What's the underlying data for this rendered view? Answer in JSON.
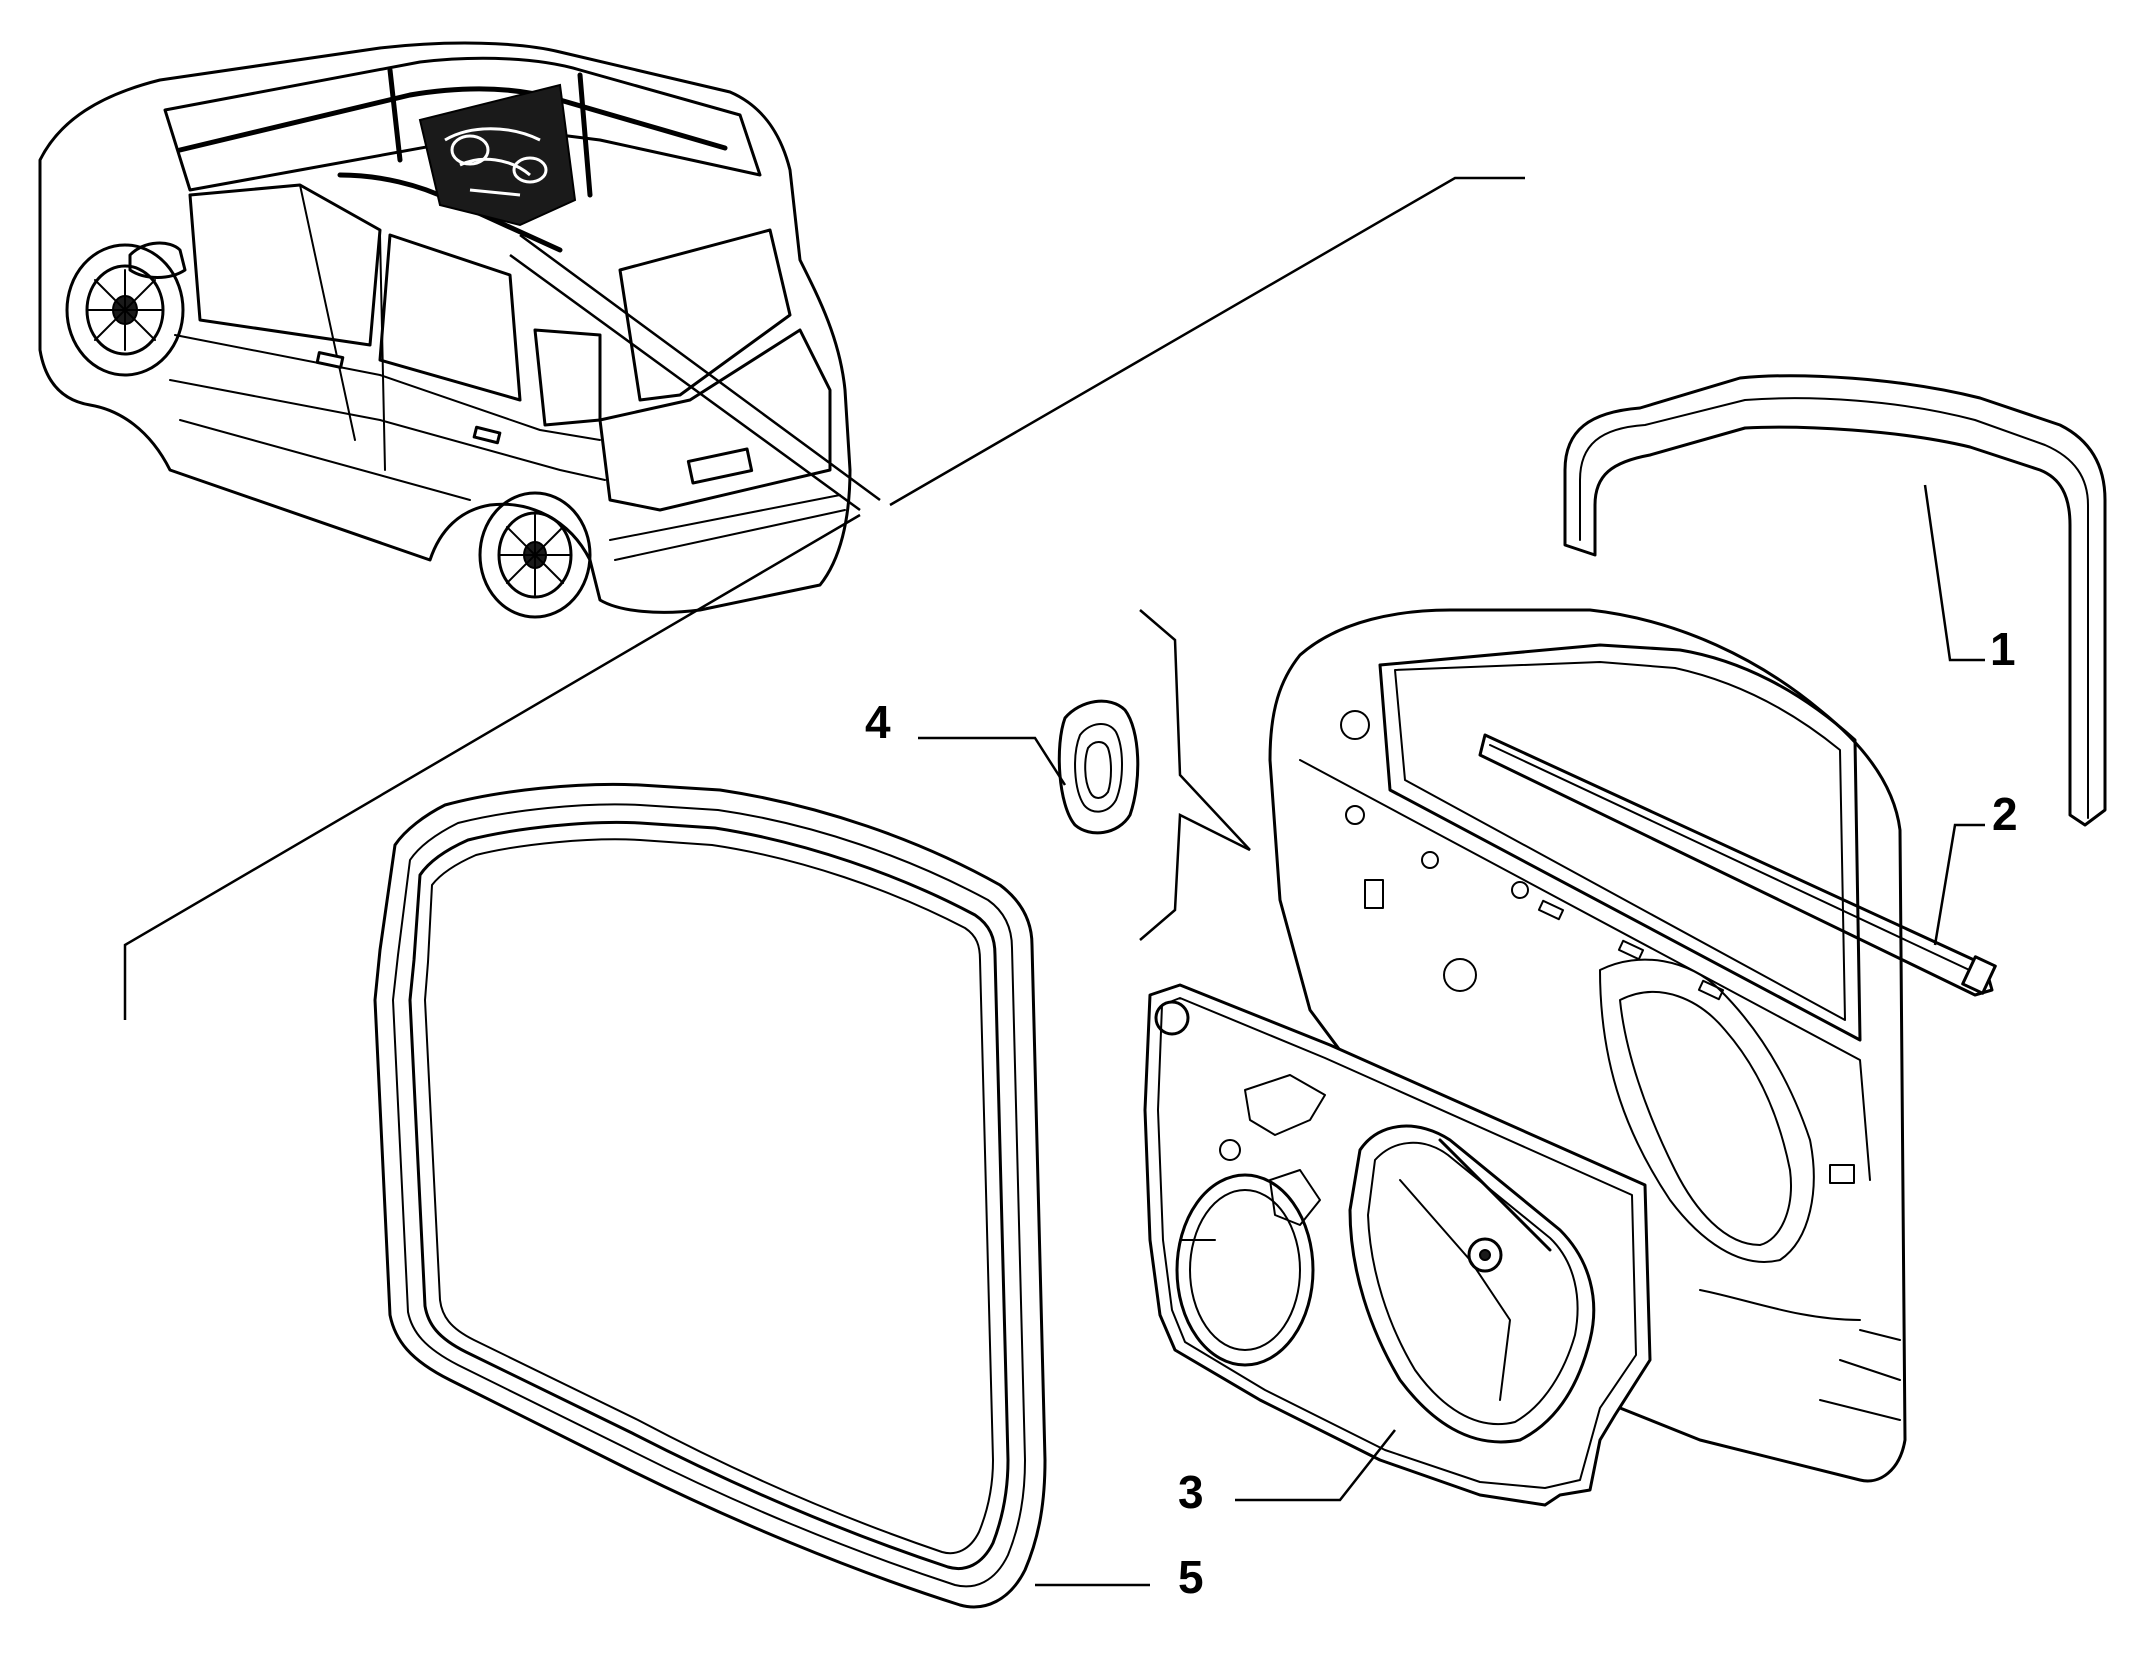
{
  "diagram": {
    "colors": {
      "line": "#000000",
      "background": "#ffffff"
    },
    "callouts": [
      {
        "id": "1",
        "label": "1",
        "part": "door-frame-seal"
      },
      {
        "id": "2",
        "label": "2",
        "part": "window-channel-strip"
      },
      {
        "id": "3",
        "label": "3",
        "part": "door-inner-panel"
      },
      {
        "id": "4",
        "label": "4",
        "part": "grommet"
      },
      {
        "id": "5",
        "label": "5",
        "part": "door-opening-seal"
      }
    ]
  }
}
